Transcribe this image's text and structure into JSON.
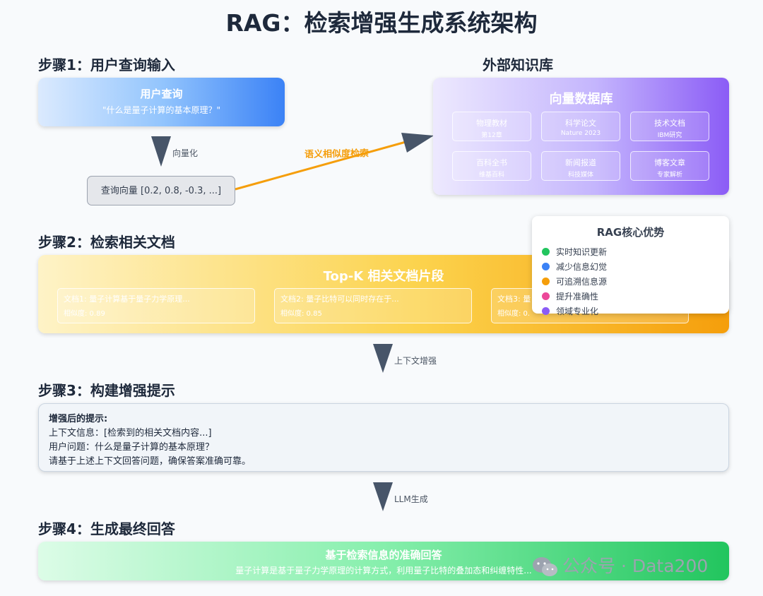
{
  "title": "RAG：检索增强生成系统架构",
  "step1": {
    "heading": "步骤1：用户查询输入",
    "query_title": "用户查询",
    "query_text": "\"什么是量子计算的基本原理？\"",
    "arrow_label": "向量化",
    "vector": "查询向量 [0.2, 0.8, -0.3, ...]"
  },
  "kb": {
    "heading": "外部知识库",
    "title": "向量数据库",
    "items": [
      {
        "name": "物理教材",
        "sub": "第12章"
      },
      {
        "name": "科学论文",
        "sub": "Nature 2023"
      },
      {
        "name": "技术文档",
        "sub": "IBM研究"
      },
      {
        "name": "百科全书",
        "sub": "维基百科"
      },
      {
        "name": "新闻报道",
        "sub": "科技媒体"
      },
      {
        "name": "博客文章",
        "sub": "专家解析"
      }
    ]
  },
  "search_label": "语义相似度检索",
  "step2": {
    "heading": "步骤2：检索相关文档",
    "title": "Top-K 相关文档片段",
    "docs": [
      {
        "text": "文档1: 量子计算基于量子力学原理...",
        "score": "相似度: 0.89"
      },
      {
        "text": "文档2: 量子比特可以同时存在于...",
        "score": "相似度: 0.85"
      },
      {
        "text": "文档3: 量",
        "score": "相似度: 0."
      }
    ]
  },
  "advantages": {
    "title": "RAG核心优势",
    "items": [
      {
        "label": "实时知识更新",
        "color": "#22c55e"
      },
      {
        "label": "减少信息幻觉",
        "color": "#3b82f6"
      },
      {
        "label": "可追溯信息源",
        "color": "#f59e0b"
      },
      {
        "label": "提升准确性",
        "color": "#ec4899"
      },
      {
        "label": "领域专业化",
        "color": "#8b5cf6"
      }
    ]
  },
  "arrow2_label": "上下文增强",
  "step3": {
    "heading": "步骤3：构建增强提示",
    "title": "增强后的提示:",
    "line1": "上下文信息：[检索到的相关文档内容...]",
    "line2": "用户问题：什么是量子计算的基本原理？",
    "line3": "请基于上述上下文回答问题，确保答案准确可靠。"
  },
  "arrow3_label": "LLM生成",
  "step4": {
    "heading": "步骤4：生成最终回答",
    "title": "基于检索信息的准确回答",
    "text": "量子计算是基于量子力学原理的计算方式，利用量子比特的叠加态和纠缠特性..."
  },
  "watermark": "公众号 · Data200"
}
